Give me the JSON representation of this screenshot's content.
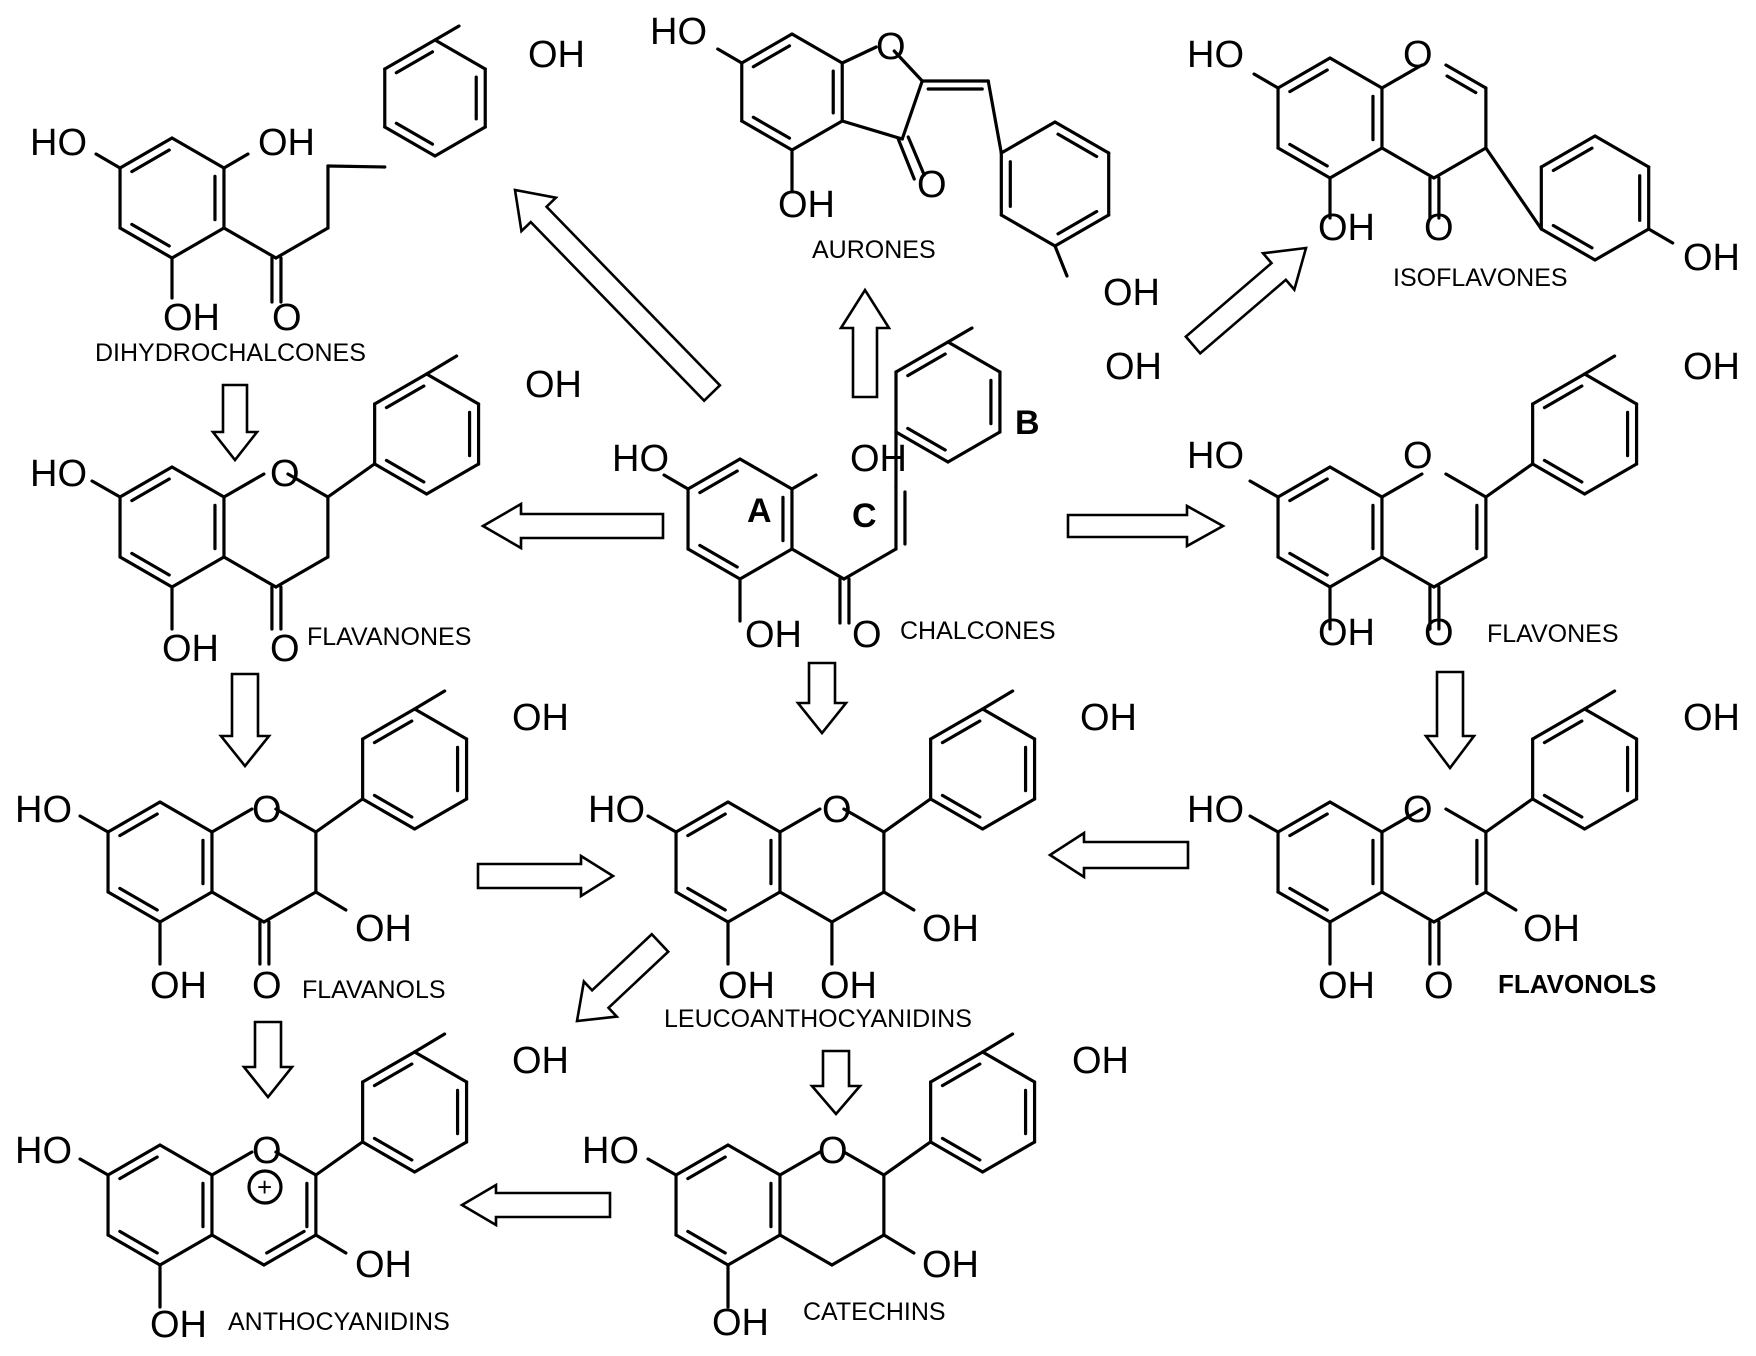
{
  "atoms": {
    "hydroxyl": "OH",
    "hydroxyl_left": "HO",
    "oxygen": "O",
    "cation_sign": "+"
  },
  "ring_labels": {
    "a": "A",
    "b": "B",
    "c": "C"
  },
  "compounds": {
    "chalcones": "CHALCONES",
    "dihydrochalcones": "DIHYDROCHALCONES",
    "aurones": "AURONES",
    "isoflavones": "ISOFLAVONES",
    "flavanones": "FLAVANONES",
    "flavones": "FLAVONES",
    "flavanols": "FLAVANOLS",
    "leucoanthocyanidins": "LEUCOANTHOCYANIDINS",
    "flavonols": "FLAVONOLS",
    "anthocyanidins": "ANTHOCYANIDINS",
    "catechins": "CATECHINS"
  },
  "colors": {
    "ink": "#000000",
    "background": "#ffffff",
    "arrow_fill": "#ffffff"
  }
}
